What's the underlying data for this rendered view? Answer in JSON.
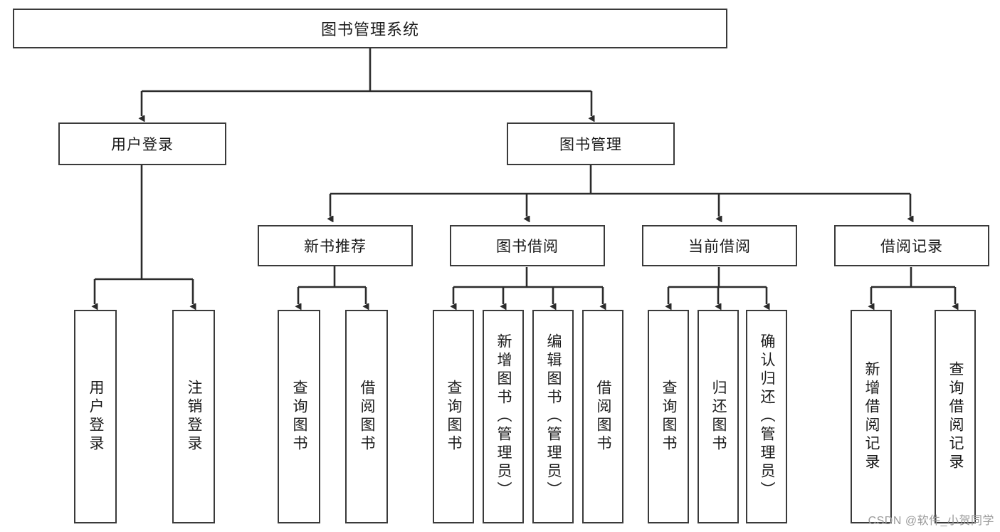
{
  "diagram": {
    "title": "图书管理系统",
    "watermark": "CSDN @软件_小贺同学",
    "colors": {
      "box_border": "#3a3a3a",
      "box_fill": "#ffffff",
      "edge": "#2b2b2b",
      "text": "#1b1b1b",
      "watermark": "#9a9a9a",
      "background": "#ffffff"
    },
    "levels": {
      "root": {
        "label": "图书管理系统"
      },
      "level2": [
        {
          "label": "用户登录"
        },
        {
          "label": "图书管理"
        }
      ],
      "level3": [
        {
          "label": "新书推荐"
        },
        {
          "label": "图书借阅"
        },
        {
          "label": "当前借阅"
        },
        {
          "label": "借阅记录"
        }
      ],
      "leaves": [
        {
          "label": "用户登录",
          "parent": "用户登录"
        },
        {
          "label": "注销登录",
          "parent": "用户登录"
        },
        {
          "label": "查询图书",
          "parent": "新书推荐"
        },
        {
          "label": "借阅图书",
          "parent": "新书推荐"
        },
        {
          "label": "查询图书",
          "parent": "图书借阅"
        },
        {
          "label": "新增图书（管理员）",
          "parent": "图书借阅"
        },
        {
          "label": "编辑图书（管理员）",
          "parent": "图书借阅"
        },
        {
          "label": "借阅图书",
          "parent": "图书借阅"
        },
        {
          "label": "查询图书",
          "parent": "当前借阅"
        },
        {
          "label": "归还图书",
          "parent": "当前借阅"
        },
        {
          "label": "确认归还（管理员）",
          "parent": "当前借阅"
        },
        {
          "label": "新增借阅记录",
          "parent": "借阅记录"
        },
        {
          "label": "查询借阅记录",
          "parent": "借阅记录"
        }
      ]
    }
  },
  "chart_data": {
    "type": "table",
    "title": "图书管理系统 功能结构图",
    "nodes": [
      {
        "id": "root",
        "label": "图书管理系统",
        "level": 1,
        "parent": null
      },
      {
        "id": "l2-1",
        "label": "用户登录",
        "level": 2,
        "parent": "root"
      },
      {
        "id": "l2-2",
        "label": "图书管理",
        "level": 2,
        "parent": "root"
      },
      {
        "id": "l3-1",
        "label": "新书推荐",
        "level": 3,
        "parent": "l2-2"
      },
      {
        "id": "l3-2",
        "label": "图书借阅",
        "level": 3,
        "parent": "l2-2"
      },
      {
        "id": "l3-3",
        "label": "当前借阅",
        "level": 3,
        "parent": "l2-2"
      },
      {
        "id": "l3-4",
        "label": "借阅记录",
        "level": 3,
        "parent": "l2-2"
      },
      {
        "id": "lf-1",
        "label": "用户登录",
        "level": 4,
        "parent": "l2-1"
      },
      {
        "id": "lf-2",
        "label": "注销登录",
        "level": 4,
        "parent": "l2-1"
      },
      {
        "id": "lf-3",
        "label": "查询图书",
        "level": 4,
        "parent": "l3-1"
      },
      {
        "id": "lf-4",
        "label": "借阅图书",
        "level": 4,
        "parent": "l3-1"
      },
      {
        "id": "lf-5",
        "label": "查询图书",
        "level": 4,
        "parent": "l3-2"
      },
      {
        "id": "lf-6",
        "label": "新增图书（管理员）",
        "level": 4,
        "parent": "l3-2"
      },
      {
        "id": "lf-7",
        "label": "编辑图书（管理员）",
        "level": 4,
        "parent": "l3-2"
      },
      {
        "id": "lf-8",
        "label": "借阅图书",
        "level": 4,
        "parent": "l3-2"
      },
      {
        "id": "lf-9",
        "label": "查询图书",
        "level": 4,
        "parent": "l3-3"
      },
      {
        "id": "lf-10",
        "label": "归还图书",
        "level": 4,
        "parent": "l3-3"
      },
      {
        "id": "lf-11",
        "label": "确认归还（管理员）",
        "level": 4,
        "parent": "l3-3"
      },
      {
        "id": "lf-12",
        "label": "新增借阅记录",
        "level": 4,
        "parent": "l3-4"
      },
      {
        "id": "lf-13",
        "label": "查询借阅记录",
        "level": 4,
        "parent": "l3-4"
      }
    ]
  }
}
